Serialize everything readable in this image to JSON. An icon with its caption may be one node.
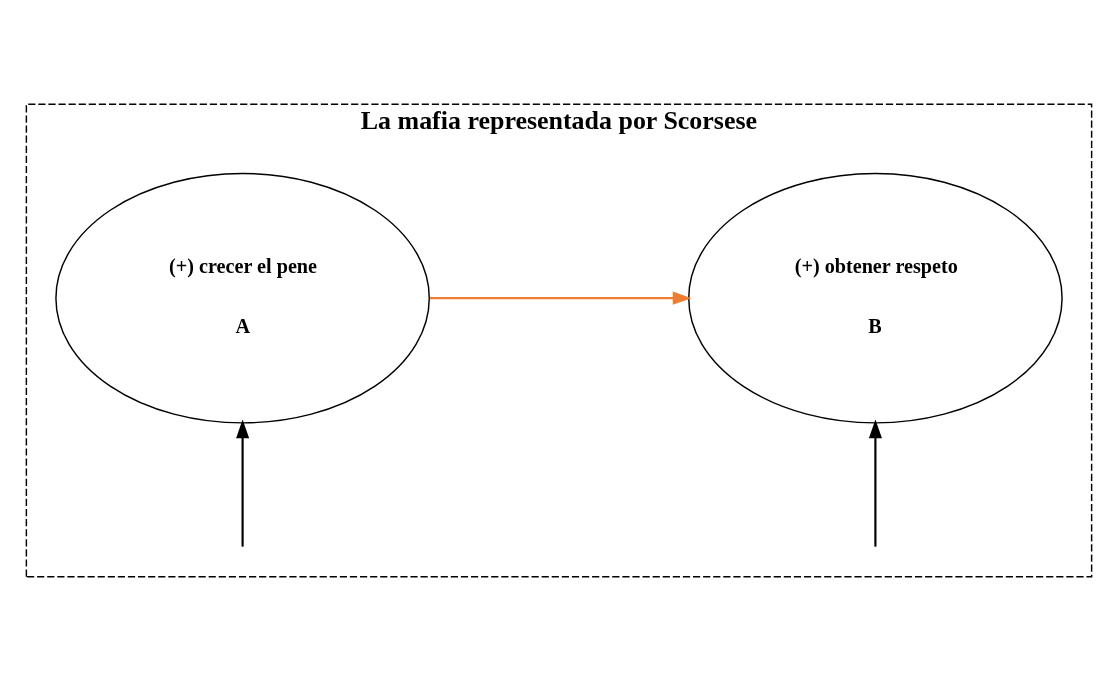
{
  "diagram": {
    "nodes": [
      {
        "text": [
          "La mafia representada por Scorsese"
        ]
      },
      {
        "text": [
          "(+) crecer el pene",
          "A"
        ],
        "in": 0
      },
      {
        "text": [
          "(+) obtener respeto",
          "B"
        ],
        "in": 0
      }
    ],
    "edges": [
      {
        "from": 1,
        "to": 2,
        "arrow": "to",
        "color": "#ed7d31"
      },
      {
        "from": null,
        "to": 1,
        "arrow": "to"
      },
      {
        "from": null,
        "to": 2,
        "arrow": "to"
      }
    ]
  }
}
